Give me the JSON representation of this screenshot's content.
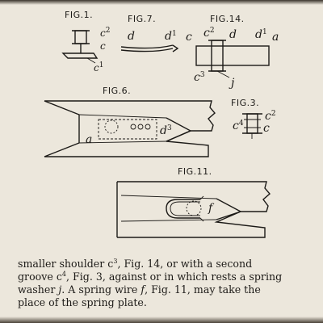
{
  "figures": [
    {
      "id": "fig1",
      "label": "FIG.1.",
      "parts": [
        {
          "text": "c",
          "sup": "2"
        },
        {
          "text": "c",
          "sup": ""
        },
        {
          "text": "c",
          "sup": "1"
        }
      ]
    },
    {
      "id": "fig7",
      "label": "FIG.7.",
      "parts": [
        {
          "text": "d",
          "sup": ""
        },
        {
          "text": "d",
          "sup": "1"
        }
      ]
    },
    {
      "id": "fig14",
      "label": "FIG.14.",
      "parts": [
        {
          "text": "c",
          "sup": ""
        },
        {
          "text": "c",
          "sup": "2"
        },
        {
          "text": "d",
          "sup": ""
        },
        {
          "text": "d",
          "sup": "1"
        },
        {
          "text": "a",
          "sup": ""
        },
        {
          "text": "c",
          "sup": "3"
        },
        {
          "text": "j",
          "sup": ""
        }
      ]
    },
    {
      "id": "fig6",
      "label": "FIG.6.",
      "parts": [
        {
          "text": "a",
          "sup": ""
        },
        {
          "text": "d",
          "sup": "3"
        }
      ]
    },
    {
      "id": "fig3",
      "label": "FIG.3.",
      "parts": [
        {
          "text": "c",
          "sup": "4"
        },
        {
          "text": "c",
          "sup": "2"
        },
        {
          "text": "c",
          "sup": ""
        }
      ]
    },
    {
      "id": "fig11",
      "label": "FIG.11.",
      "parts": [
        {
          "text": "f",
          "sup": ""
        }
      ]
    }
  ],
  "caption": {
    "lines": [
      [
        {
          "t": "smaller shoulder "
        },
        {
          "t": "c",
          "s": "3"
        },
        {
          "t": ", Fig. 14, or with a second"
        }
      ],
      [
        {
          "t": "groove "
        },
        {
          "t": "c",
          "s": "4"
        },
        {
          "t": ", Fig. 3, against or in which rests a spring"
        }
      ],
      [
        {
          "t": "washer "
        },
        {
          "t": "j",
          "i": true
        },
        {
          "t": ".  A spring wire "
        },
        {
          "t": "f",
          "i": true
        },
        {
          "t": ", Fig. 11, may take the"
        }
      ],
      [
        {
          "t": "place of the spring plate."
        }
      ]
    ]
  }
}
